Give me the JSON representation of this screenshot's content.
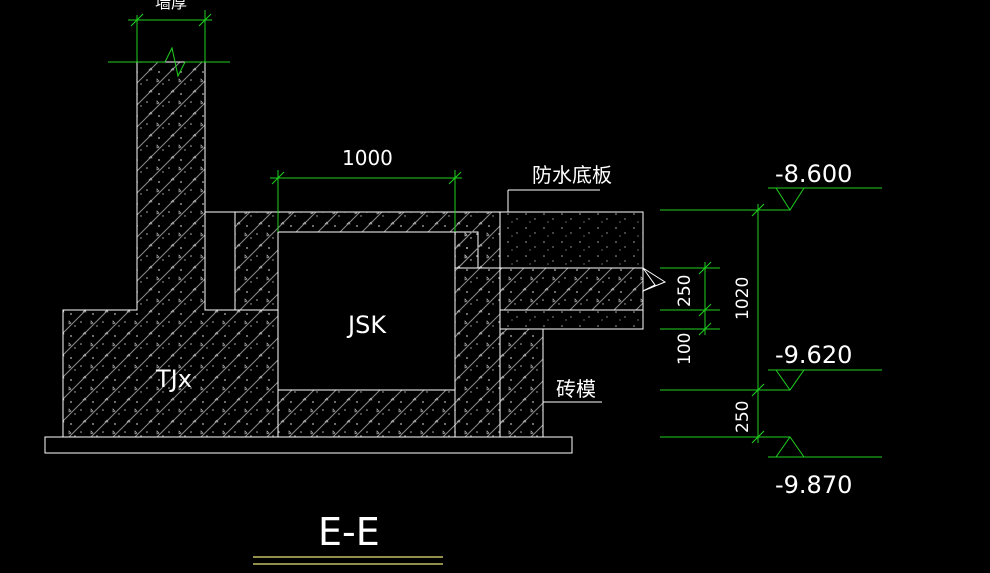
{
  "drawing": {
    "section_title": "E-E",
    "top_dimension": "墙厚",
    "pit_width": "1000",
    "pit_label": "JSK",
    "footing_label": "TJx",
    "slab_label": "防水底板",
    "brick_mold_label": "砖模",
    "dim_slab": "250",
    "dim_bottom_slab": "100",
    "dim_total": "1020",
    "dim_footing": "250",
    "elev_top": "-8.600",
    "elev_mid": "-9.620",
    "elev_bottom": "-9.870"
  },
  "colors": {
    "background": "#000000",
    "outline": "#ffffff",
    "dimension": "#1fd21f",
    "hatch": "#8a8a8a",
    "underline": "#e9e27a"
  }
}
